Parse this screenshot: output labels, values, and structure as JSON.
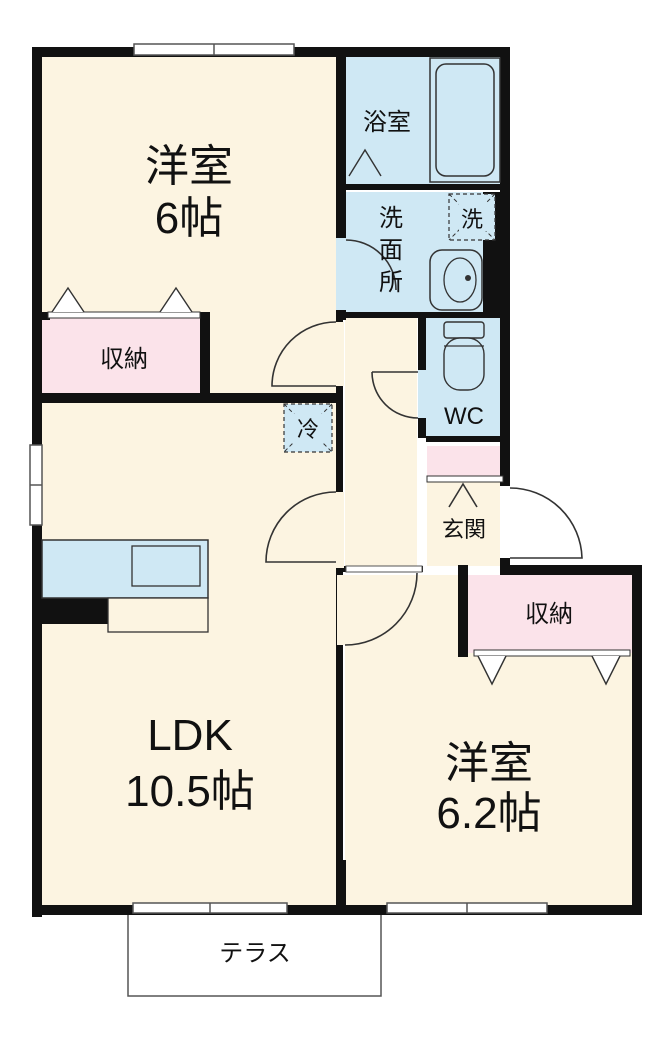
{
  "rooms": {
    "western_room_1": {
      "name": "洋室",
      "size": "6帖"
    },
    "closet_1": "収納",
    "bathroom": "浴室",
    "washroom": [
      "洗",
      "面",
      "所"
    ],
    "washer_mark": "洗",
    "toilet": "WC",
    "fridge_mark": "冷",
    "entrance": "玄関",
    "ldk": {
      "name": "LDK",
      "size": "10.5帖"
    },
    "closet_2": "収納",
    "western_room_2": {
      "name": "洋室",
      "size": "6.2帖"
    },
    "terrace": "テラス"
  },
  "colors": {
    "living_floor": "#fcf4e1",
    "wet_area": "#cfe8f4",
    "closet": "#fbe3ea",
    "wall": "#111111"
  }
}
